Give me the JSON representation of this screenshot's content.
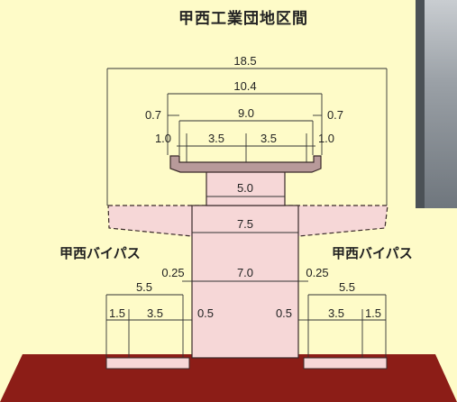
{
  "title": "甲西工業団地区間",
  "road_labels": {
    "left": "甲西バイパス",
    "right": "甲西バイパス"
  },
  "dimensions": {
    "overall": "18.5",
    "deck_outer": "10.4",
    "deck_inner": "9.0",
    "parapet_left": "0.7",
    "parapet_right": "0.7",
    "edge_left": "1.0",
    "lane_left": "3.5",
    "lane_right": "3.5",
    "edge_right": "1.0",
    "upper_pier": "5.0",
    "crossbeam": "7.5",
    "pier_width": "7.0",
    "gap_left": "0.25",
    "gap_right": "0.25",
    "road_left_width": "5.5",
    "road_right_width": "5.5",
    "left_shoulder": "1.5",
    "left_lane": "3.5",
    "left_clear": "0.5",
    "right_clear": "0.5",
    "right_lane": "3.5",
    "right_shoulder": "1.5"
  },
  "colors": {
    "background": "#fefbc8",
    "structure_fill": "#f6d7d7",
    "structure_line": "#3a2a2a",
    "ground": "#8c1d17"
  }
}
